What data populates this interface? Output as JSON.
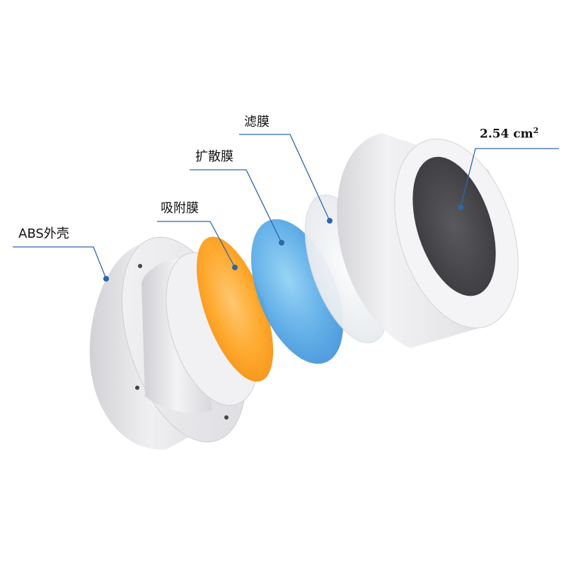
{
  "labels": {
    "abs_shell": "ABS外壳",
    "adsorption_film": "吸附膜",
    "diffusion_film": "扩散膜",
    "filter_film": "滤膜",
    "area_value": "2.54 cm",
    "area_exponent": "2"
  },
  "colors": {
    "leader_line": "#2f66a8",
    "shell": "#e9e9ec",
    "adsorption_film": "#ffa21f",
    "diffusion_film": "#4aa2e4",
    "filter_film": "#eef1f4",
    "membrane_window": "#4a4a4e"
  }
}
